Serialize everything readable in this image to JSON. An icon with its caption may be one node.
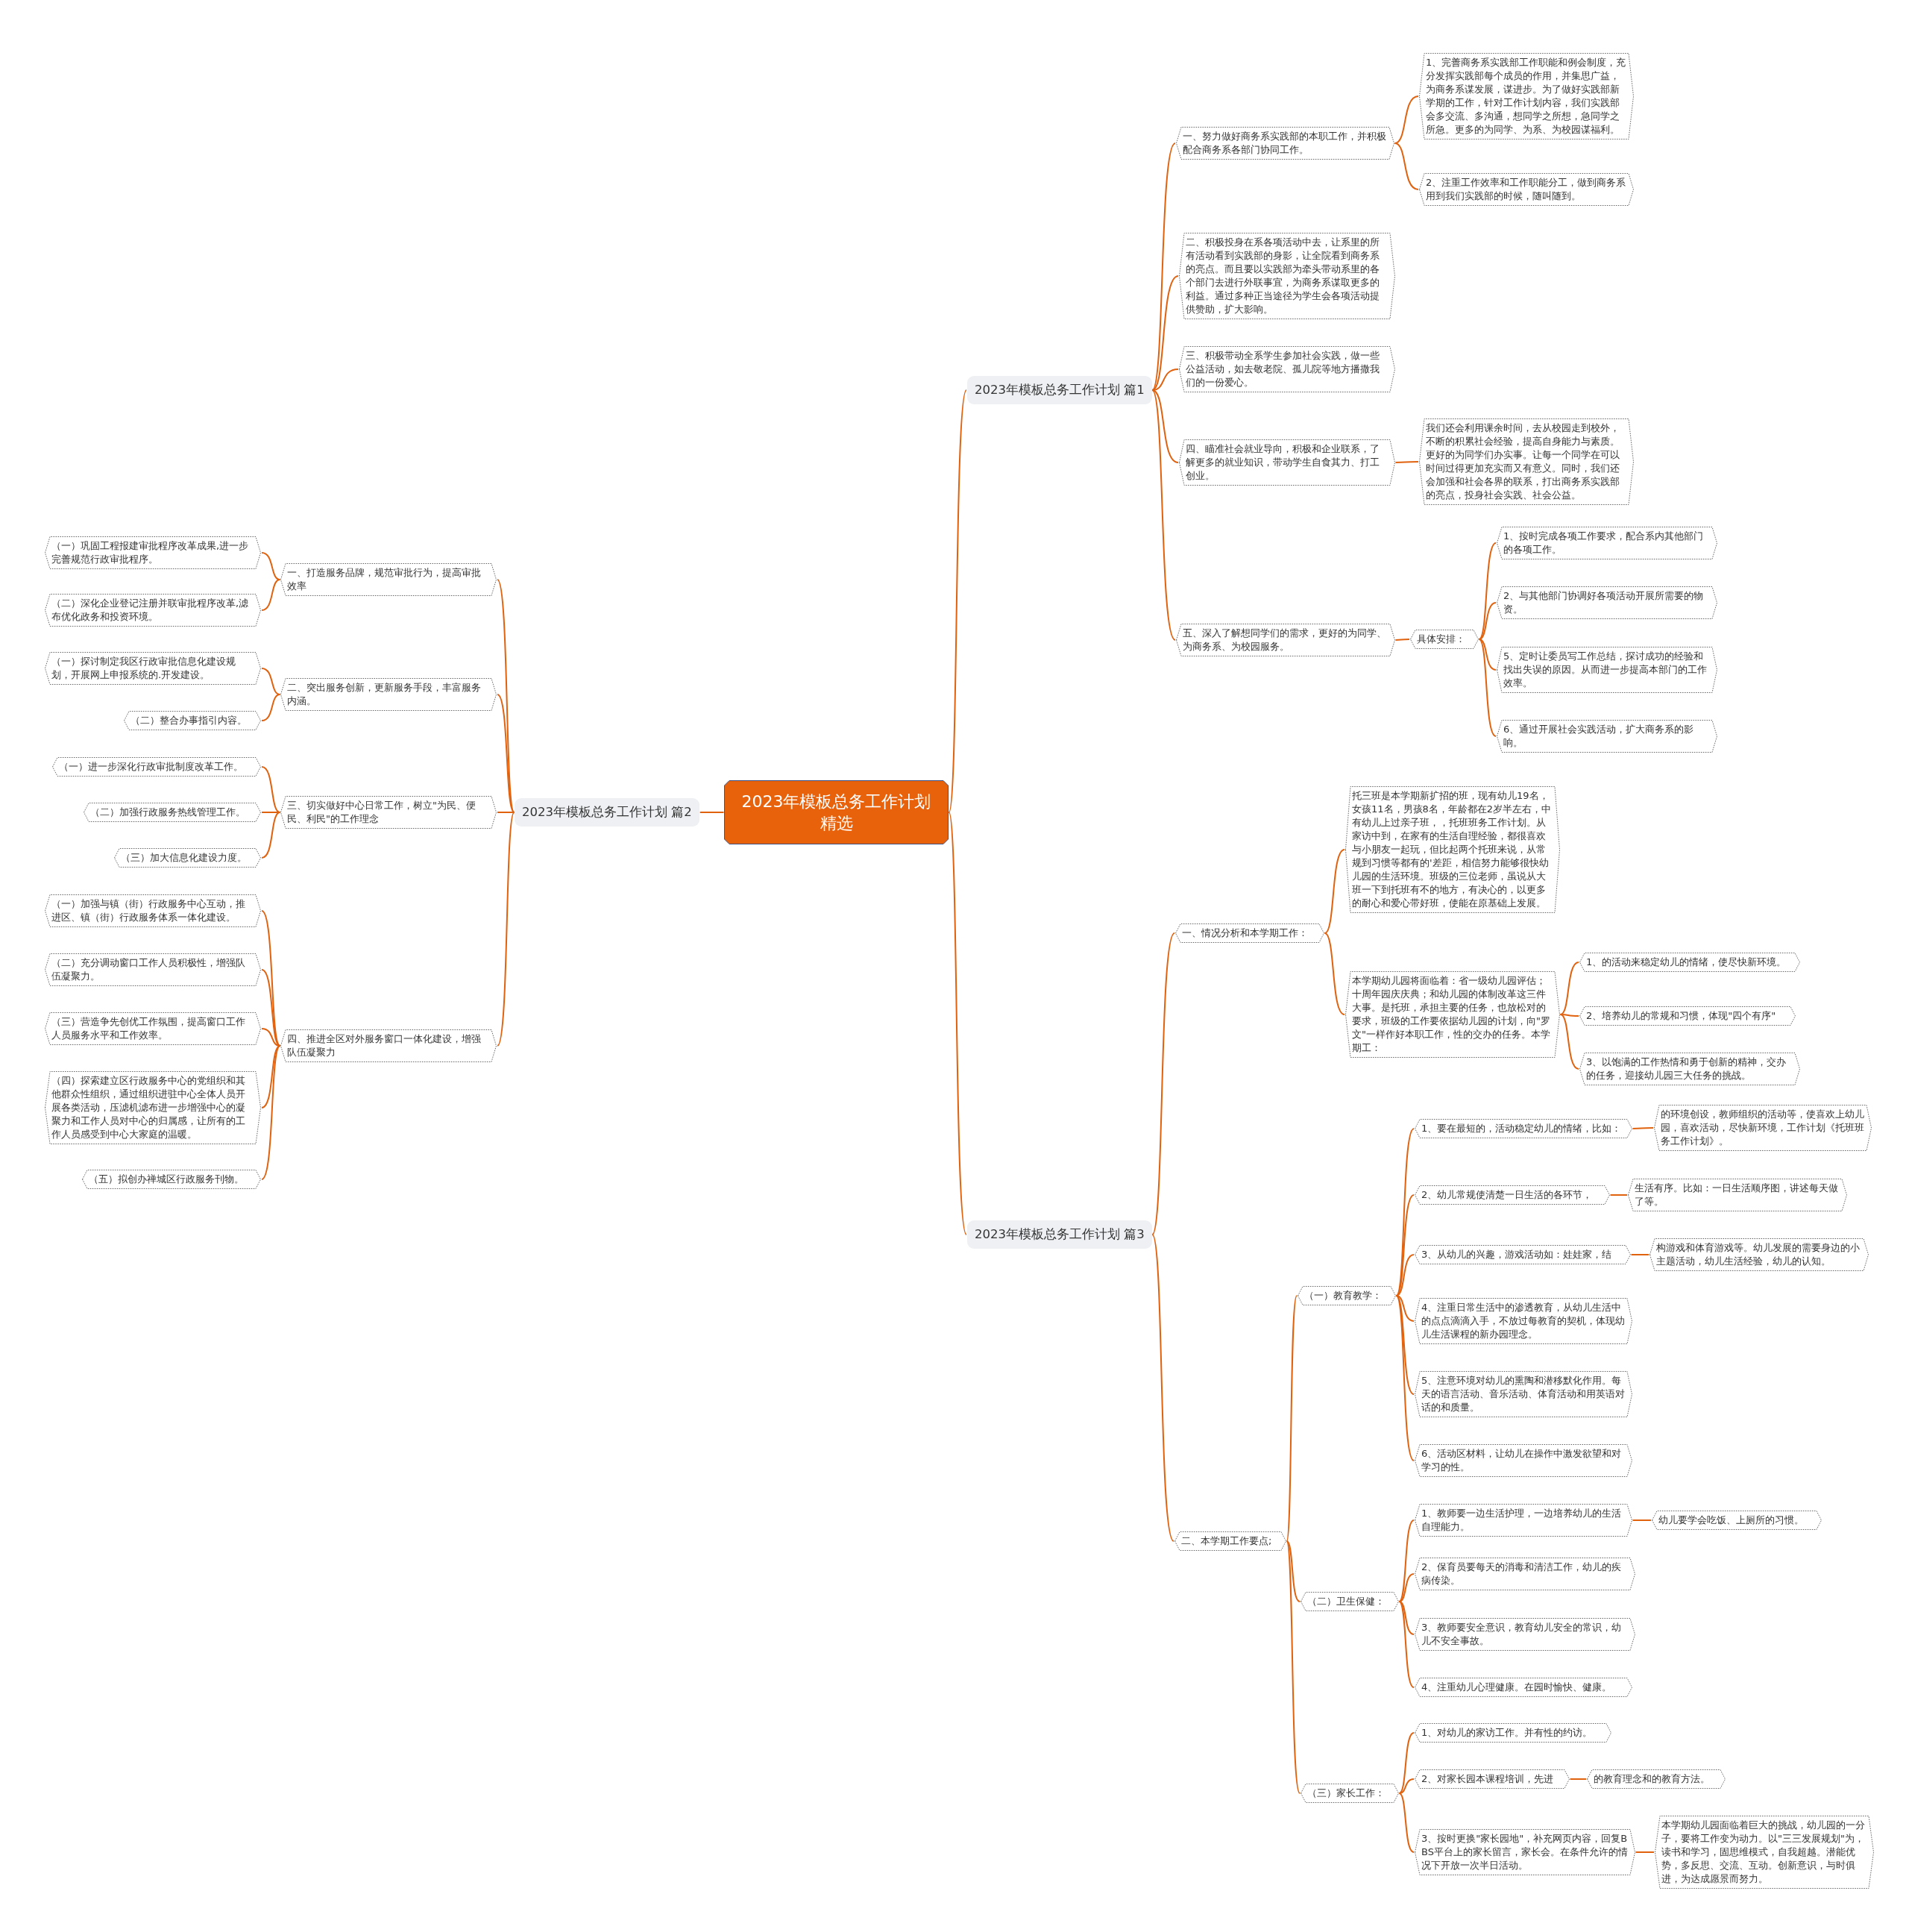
{
  "diagram": {
    "nodes": [
      {
        "text": [
          "2023年模板总务工作计划精选"
        ]
      },
      {
        "text": [
          "2023年模板总务工作计划 篇1"
        ]
      },
      {
        "text": [
          "一、努力做好商务系实践部的本职工作，并积极配合商务系各部门协同工作。"
        ]
      },
      {
        "text": [
          "1、完善商务系实践部工作职能和例会制度，充分发挥实践部每个成员的作用，并集思广益，为商务系谋发展，谋进步。为了做好实践部新学期的工作，针对工作计划内容，我们实践部会多交流、多沟通，想同学之所想，急同学之所急。更多的为同学、为系、为校园谋福利。"
        ]
      },
      {
        "text": [
          "2、注重工作效率和工作职能分工，做到商务系用到我们实践部的时候，随叫随到。"
        ]
      },
      {
        "text": [
          "二、积极投身在系各项活动中去，让系里的所有活动看到实践部的身影，让全院看到商务系的亮点。而且要以实践部为牵头带动系里的各个部门去进行外联事宜，为商务系谋取更多的利益。通过多种正当途径为学生会各项活动提供赞助，扩大影响。"
        ]
      },
      {
        "text": [
          "三、积极带动全系学生参加社会实践，做一些公益活动，如去敬老院、孤儿院等地方播撒我们的一份爱心。"
        ]
      },
      {
        "text": [
          "四、瞄准社会就业导向，积极和企业联系，了解更多的就业知识，带动学生自食其力、打工创业。"
        ]
      },
      {
        "text": [
          "我们还会利用课余时间，去从校园走到校外，不断的积累社会经验，提高自身能力与素质。更好的为同学们办实事。让每一个同学在可以时间过得更加充实而又有意义。同时，我们还会加强和社会各界的联系，打出商务系实践部的亮点，投身社会实践、社会公益。"
        ]
      },
      {
        "text": [
          "五、深入了解想同学们的需求，更好的为同学、为商务系、为校园服务。"
        ]
      },
      {
        "text": [
          "具体安排："
        ]
      },
      {
        "text": [
          "1、按时完成各项工作要求，配合系内其他部门的各项工作。"
        ]
      },
      {
        "text": [
          "2、与其他部门协调好各项活动开展所需要的物资。"
        ]
      },
      {
        "text": [
          "5、定时让委员写工作总结，探讨成功的经验和找出失误的原因。从而进一步提高本部门的工作效率。"
        ]
      },
      {
        "text": [
          "6、通过开展社会实践活动，扩大商务系的影响。"
        ]
      },
      {
        "text": [
          "2023年模板总务工作计划 篇3"
        ]
      },
      {
        "text": [
          "一、情况分析和本学期工作："
        ]
      },
      {
        "text": [
          "托三班是本学期新扩招的班，现有幼儿19名，女孩11名，男孩8名，年龄都在2岁半左右，中有幼儿上过亲子班，，托班班务工作计划。从家访中到，在家有的生活自理经验，都很喜欢与小朋友一起玩，但比起两个托班来说，从常规到习惯等都有的'差距，相信努力能够很快幼儿园的生活环境。班级的三位老师，虽说从大班一下到托班有不的地方，有决心的，以更多的耐心和爱心带好班，使能在原基础上发展。"
        ]
      },
      {
        "text": [
          "本学期幼儿园将面临着：省一级幼儿园评估；十周年园庆庆典；和幼儿园的体制改革这三件大事。是托班，承担主要的任务，也放松对的要求，班级的工作要依据幼儿园的计划，向\"罗文\"一样作好本职工作，性的交办的任务。本学期工："
        ]
      },
      {
        "text": [
          "1、的活动来稳定幼儿的情绪，使尽快新环境。"
        ]
      },
      {
        "text": [
          "2、培养幼儿的常规和习惯，体现\"四个有序\""
        ]
      },
      {
        "text": [
          "3、以饱满的工作热情和勇于创新的精神，交办的任务，迎接幼儿园三大任务的挑战。"
        ]
      },
      {
        "text": [
          "二、本学期工作要点;"
        ]
      },
      {
        "text": [
          "（一）教育教学："
        ]
      },
      {
        "text": [
          "1、要在最短的，活动稳定幼儿的情绪，比如："
        ]
      },
      {
        "text": [
          "的环境创设，教师组织的活动等，使喜欢上幼儿园，喜欢活动，尽快新环境，工作计划《托班班务工作计划》。"
        ]
      },
      {
        "text": [
          "2、幼儿常规使清楚一日生活的各环节，"
        ]
      },
      {
        "text": [
          "生活有序。比如：一日生活顺序图，讲述每天做了等。"
        ]
      },
      {
        "text": [
          "3、从幼儿的兴趣，游戏活动如：娃娃家，结"
        ]
      },
      {
        "text": [
          "构游戏和体育游戏等。幼儿发展的需要身边的小主题活动，幼儿生活经验，幼儿的认知。"
        ]
      },
      {
        "text": [
          "4、注重日常生活中的渗透教育，从幼儿生活中的点点滴滴入手，不放过每教育的契机，体现幼儿生活课程的新办园理念。"
        ]
      },
      {
        "text": [
          "5、注意环境对幼儿的熏陶和潜移默化作用。每天的语言活动、音乐活动、体育活动和用英语对话的和质量。"
        ]
      },
      {
        "text": [
          "6、活动区材料，让幼儿在操作中激发欲望和对学习的性。"
        ]
      },
      {
        "text": [
          "（二）卫生保健："
        ]
      },
      {
        "text": [
          "1、教师要一边生活护理，一边培养幼儿的生活自理能力。"
        ]
      },
      {
        "text": [
          "幼儿要学会吃饭、上厕所的习惯。"
        ]
      },
      {
        "text": [
          "2、保育员要每天的消毒和清洁工作，幼儿的疾病传染。"
        ]
      },
      {
        "text": [
          "3、教师要安全意识，教育幼儿安全的常识，幼儿不安全事故。"
        ]
      },
      {
        "text": [
          "4、注重幼儿心理健康。在园时愉快、健康。"
        ]
      },
      {
        "text": [
          "（三）家长工作："
        ]
      },
      {
        "text": [
          "1、对幼儿的家访工作。并有性的约访。"
        ]
      },
      {
        "text": [
          "2、对家长园本课程培训，先进"
        ]
      },
      {
        "text": [
          "的教育理念和的教育方法。"
        ]
      },
      {
        "text": [
          "3、按时更换\"家长园地\"，补充网页内容，回复BBS平台上的家长留言，家长会。在条件允许的情况下开放一次半日活动。"
        ]
      },
      {
        "text": [
          "本学期幼儿园面临着巨大的挑战，幼儿园的一分子，要将工作变为动力。以\"三三发展规划\"为，读书和学习，固思维模式，自我超越。潜能优势，多反思、交流、互动。创新意识，与时俱进，为达成愿景而努力。"
        ]
      },
      {
        "text": [
          "2023年模板总务工作计划 篇2"
        ]
      },
      {
        "text": [
          "一、打造服务品牌，规范审批行为，提高审批效率"
        ]
      },
      {
        "text": [
          "（一）巩固工程报建审批程序改革成果,进一步完善规范行政审批程序。"
        ]
      },
      {
        "text": [
          "（二）深化企业登记注册并联审批程序改革,滤布优化政务和投资环境。"
        ]
      },
      {
        "text": [
          "二、突出服务创新，更新服务手段，丰富服务内涵。"
        ]
      },
      {
        "text": [
          "（一）探讨制定我区行政审批信息化建设规划，开展网上申报系统的.开发建设。"
        ]
      },
      {
        "text": [
          "（二）整合办事指引内容。"
        ]
      },
      {
        "text": [
          "三、切实做好中心日常工作，树立\"为民、便民、利民\"的工作理念"
        ]
      },
      {
        "text": [
          "（一）进一步深化行政审批制度改革工作。"
        ]
      },
      {
        "text": [
          "（二）加强行政服务热线管理工作。"
        ]
      },
      {
        "text": [
          "（三）加大信息化建设力度。"
        ]
      },
      {
        "text": [
          "四、推进全区对外服务窗口一体化建设，增强队伍凝聚力"
        ]
      },
      {
        "text": [
          "（一）加强与镇（街）行政服务中心互动，推进区、镇（街）行政服务体系一体化建设。"
        ]
      },
      {
        "text": [
          "（二）充分调动窗口工作人员积极性，增强队伍凝聚力。"
        ]
      },
      {
        "text": [
          "（三）营造争先创优工作氛围，提高窗口工作人员服务水平和工作效率。"
        ]
      },
      {
        "text": [
          "（四）探索建立区行政服务中心的党组织和其他群众性组织，通过组织进驻中心全体人员开展各类活动，压滤机滤布进一步增强中心的凝聚力和工作人员对中心的归属感，让所有的工作人员感受到中心大家庭的温暖。"
        ]
      },
      {
        "text": [
          "（五）拟创办禅城区行政服务刊物。"
        ]
      }
    ],
    "edges": [
      {
        "from": 0,
        "to": 1,
        "arrow": "none"
      },
      {
        "from": 1,
        "to": 2,
        "arrow": "none"
      },
      {
        "from": 2,
        "to": 3,
        "arrow": "none"
      },
      {
        "from": 2,
        "to": 4,
        "arrow": "none"
      },
      {
        "from": 1,
        "to": 5,
        "arrow": "none"
      },
      {
        "from": 1,
        "to": 6,
        "arrow": "none"
      },
      {
        "from": 1,
        "to": 7,
        "arrow": "none"
      },
      {
        "from": 7,
        "to": 8,
        "arrow": "none"
      },
      {
        "from": 1,
        "to": 9,
        "arrow": "none"
      },
      {
        "from": 9,
        "to": 10,
        "arrow": "none"
      },
      {
        "from": 10,
        "to": 11,
        "arrow": "none"
      },
      {
        "from": 10,
        "to": 12,
        "arrow": "none"
      },
      {
        "from": 10,
        "to": 13,
        "arrow": "none"
      },
      {
        "from": 10,
        "to": 14,
        "arrow": "none"
      },
      {
        "from": 0,
        "to": 15,
        "arrow": "none"
      },
      {
        "from": 15,
        "to": 16,
        "arrow": "none"
      },
      {
        "from": 16,
        "to": 17,
        "arrow": "none"
      },
      {
        "from": 16,
        "to": 18,
        "arrow": "none"
      },
      {
        "from": 18,
        "to": 19,
        "arrow": "none"
      },
      {
        "from": 18,
        "to": 20,
        "arrow": "none"
      },
      {
        "from": 18,
        "to": 21,
        "arrow": "none"
      },
      {
        "from": 15,
        "to": 22,
        "arrow": "none"
      },
      {
        "from": 22,
        "to": 23,
        "arrow": "none"
      },
      {
        "from": 23,
        "to": 24,
        "arrow": "none"
      },
      {
        "from": 24,
        "to": 25,
        "arrow": "none"
      },
      {
        "from": 23,
        "to": 26,
        "arrow": "none"
      },
      {
        "from": 26,
        "to": 27,
        "arrow": "none"
      },
      {
        "from": 23,
        "to": 28,
        "arrow": "none"
      },
      {
        "from": 28,
        "to": 29,
        "arrow": "none"
      },
      {
        "from": 23,
        "to": 30,
        "arrow": "none"
      },
      {
        "from": 23,
        "to": 31,
        "arrow": "none"
      },
      {
        "from": 23,
        "to": 32,
        "arrow": "none"
      },
      {
        "from": 22,
        "to": 33,
        "arrow": "none"
      },
      {
        "from": 33,
        "to": 34,
        "arrow": "none"
      },
      {
        "from": 34,
        "to": 35,
        "arrow": "none"
      },
      {
        "from": 33,
        "to": 36,
        "arrow": "none"
      },
      {
        "from": 33,
        "to": 37,
        "arrow": "none"
      },
      {
        "from": 33,
        "to": 38,
        "arrow": "none"
      },
      {
        "from": 22,
        "to": 39,
        "arrow": "none"
      },
      {
        "from": 39,
        "to": 40,
        "arrow": "none"
      },
      {
        "from": 39,
        "to": 41,
        "arrow": "none"
      },
      {
        "from": 41,
        "to": 42,
        "arrow": "none"
      },
      {
        "from": 39,
        "to": 43,
        "arrow": "none"
      },
      {
        "from": 43,
        "to": 44,
        "arrow": "none"
      },
      {
        "from": 0,
        "to": 45,
        "arrow": "none"
      },
      {
        "from": 45,
        "to": 46,
        "arrow": "none"
      },
      {
        "from": 46,
        "to": 47,
        "arrow": "none"
      },
      {
        "from": 46,
        "to": 48,
        "arrow": "none"
      },
      {
        "from": 45,
        "to": 49,
        "arrow": "none"
      },
      {
        "from": 49,
        "to": 50,
        "arrow": "none"
      },
      {
        "from": 49,
        "to": 51,
        "arrow": "none"
      },
      {
        "from": 45,
        "to": 52,
        "arrow": "none"
      },
      {
        "from": 52,
        "to": 53,
        "arrow": "none"
      },
      {
        "from": 52,
        "to": 54,
        "arrow": "none"
      },
      {
        "from": 52,
        "to": 55,
        "arrow": "none"
      },
      {
        "from": 45,
        "to": 56,
        "arrow": "none"
      },
      {
        "from": 56,
        "to": 57,
        "arrow": "none"
      },
      {
        "from": 56,
        "to": 58,
        "arrow": "none"
      },
      {
        "from": 56,
        "to": 59,
        "arrow": "none"
      },
      {
        "from": 56,
        "to": 60,
        "arrow": "none"
      },
      {
        "from": 56,
        "to": 61,
        "arrow": "none"
      }
    ]
  }
}
